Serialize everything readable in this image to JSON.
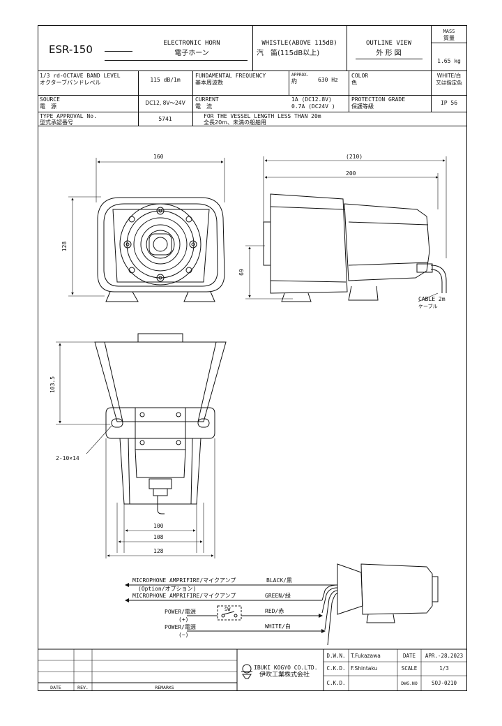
{
  "header": {
    "model": "ESR-150",
    "name_en": "ELECTRONIC HORN",
    "name_ja": "電子ホーン",
    "whistle_en": "WHISTLE(ABOVE 115dB)",
    "whistle_ja": "汽　笛(115dB以上)",
    "outline_en": "OUTLINE VIEW",
    "outline_ja": "外 形 図",
    "mass_en": "MASS",
    "mass_ja": "質量",
    "mass_val": "1.65 kg"
  },
  "specs": {
    "band_en": "1/3 rd-OCTAVE BAND LEVEL",
    "band_ja": "オクターブバンドレベル",
    "band_val": "115 dB/1m",
    "fund_en": "FUNDAMENTAL FREQUENCY",
    "fund_ja": "基本周波数",
    "approx_en": "APPROX.",
    "approx_ja": "約",
    "fund_val": "630 Hz",
    "color_en": "COLOR",
    "color_ja": "色",
    "color_val1": "WHITE/白",
    "color_val2": "又は指定色",
    "source_en": "SOURCE",
    "source_ja": "電　源",
    "source_val": "DC12, 8V～24V",
    "current_en": "CURRENT",
    "current_ja": "電　流",
    "current_val1": "1A  (DC12.8V)",
    "current_val2": "0.7A (DC24V  )",
    "prot_en": "PROTECTION GRADE",
    "prot_ja": "保護等級",
    "prot_val": "IP 56",
    "type_en": "TYPE APPROVAL No.",
    "type_ja": "型式承認番号",
    "type_val": "5741",
    "vessel_en": "FOR THE VESSEL LENGTH LESS THAN 20m",
    "vessel_ja": "全長20m、未満の船舶用"
  },
  "dims": {
    "d160": "160",
    "d128v": "128",
    "d210": "(210)",
    "d200": "200",
    "d69": "69",
    "cable_en": "CABLE 2m",
    "cable_ja": "ケーブル",
    "d103": "103.5",
    "holes": "2-10×14",
    "d100": "100",
    "d108": "108",
    "d128h": "128"
  },
  "wiring": {
    "mic1": "MICROPHONE AMPRIFIRE/マイクアンプ",
    "mic_opt": "(Option/オプション)",
    "mic2": "MICROPHONE AMPRIFIRE/マイクアンプ",
    "power_pos": "POWER/電源",
    "plus": "(+)",
    "sw": "SW",
    "power_neg": "POWER/電源",
    "minus": "(−)",
    "black": "BLACK/黒",
    "green": "GREEN/緑",
    "red": "RED/赤",
    "white": "WHITE/白"
  },
  "title_block": {
    "date_h": "DATE",
    "rev_h": "REV.",
    "remarks_h": "REMARKS",
    "company_en": "IBUKI KOGYO CO.LTD.",
    "company_ja": "伊吹工業株式会社",
    "dwn": "D.W.N.",
    "ckd1": "C.K.D.",
    "ckd2": "C.K.D.",
    "drawn_by": "T.Fukazawa",
    "checked_by": "F.Shintaku",
    "date_l": "DATE",
    "date_v": "APR.-28.2023",
    "scale_l": "SCALE",
    "scale_v": "1/3",
    "dwg_l": "DWG.NO",
    "dwg_v": "SOJ-0210"
  }
}
